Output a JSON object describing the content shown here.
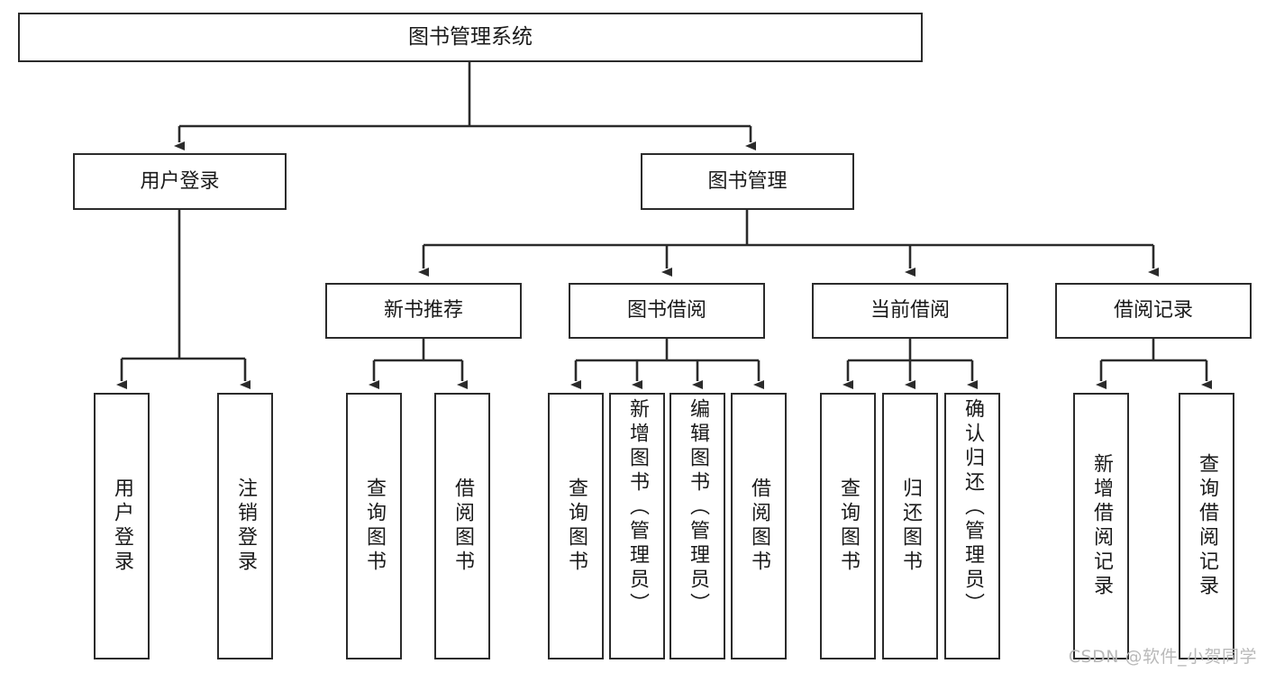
{
  "diagram": {
    "title": "图书管理系统",
    "type": "tree-hierarchy",
    "orientation": "top-down",
    "colors": {
      "box_border": "#2b2b2b",
      "box_fill": "#ffffff",
      "edge": "#2b2b2b",
      "text": "#1a1a1a",
      "watermark": "#b9b9b9"
    },
    "watermark": "CSDN @软件_小贺同学"
  },
  "nodes": {
    "root": {
      "id": "root",
      "label": "图书管理系统",
      "level": 1
    },
    "level2": [
      {
        "id": "user-login",
        "label": "用户登录",
        "level": 2
      },
      {
        "id": "book-manage",
        "label": "图书管理",
        "level": 2
      }
    ],
    "level3": [
      {
        "id": "new-book-recommend",
        "label": "新书推荐",
        "level": 3,
        "parent": "book-manage"
      },
      {
        "id": "book-borrow",
        "label": "图书借阅",
        "level": 3,
        "parent": "book-manage"
      },
      {
        "id": "current-borrow",
        "label": "当前借阅",
        "level": 3,
        "parent": "book-manage"
      },
      {
        "id": "borrow-record",
        "label": "借阅记录",
        "level": 3,
        "parent": "book-manage"
      }
    ],
    "leaves": [
      {
        "id": "leaf-user-login",
        "label": "用户登录",
        "parent": "user-login"
      },
      {
        "id": "leaf-logout-login",
        "label": "注销登录",
        "parent": "user-login"
      },
      {
        "id": "leaf-query-book-recommend",
        "label": "查询图书",
        "parent": "new-book-recommend"
      },
      {
        "id": "leaf-borrow-book-recommend",
        "label": "借阅图书",
        "parent": "new-book-recommend"
      },
      {
        "id": "leaf-query-book-borrow",
        "label": "查询图书",
        "parent": "book-borrow"
      },
      {
        "id": "leaf-add-book-admin",
        "label": "新增图书（管理员）",
        "parent": "book-borrow"
      },
      {
        "id": "leaf-edit-book-admin",
        "label": "编辑图书（管理员）",
        "parent": "book-borrow"
      },
      {
        "id": "leaf-borrow-book",
        "label": "借阅图书",
        "parent": "book-borrow"
      },
      {
        "id": "leaf-query-book-current",
        "label": "查询图书",
        "parent": "current-borrow"
      },
      {
        "id": "leaf-return-book",
        "label": "归还图书",
        "parent": "current-borrow"
      },
      {
        "id": "leaf-confirm-return-admin",
        "label": "确认归还（管理员）",
        "parent": "current-borrow"
      },
      {
        "id": "leaf-add-borrow-record",
        "label": "新增借阅记录",
        "parent": "borrow-record"
      },
      {
        "id": "leaf-query-borrow-record",
        "label": "查询借阅记录",
        "parent": "borrow-record"
      }
    ]
  }
}
